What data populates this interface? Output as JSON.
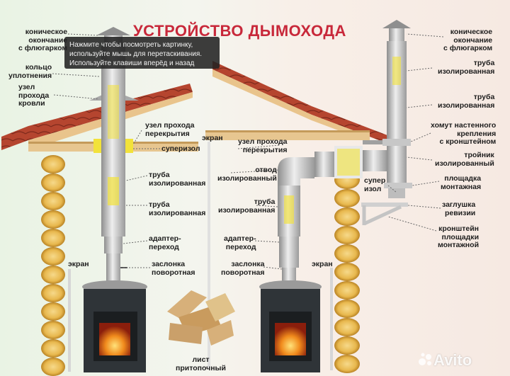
{
  "title": "УСТРОЙСТВО ДЫМОХОДА",
  "tooltip": {
    "lines": [
      "Нажмите чтобы посмотреть картинку,",
      "используйте мышь для перетаскивания.",
      "Используйте клавиши вперёд и назад"
    ]
  },
  "labels": {
    "conical_end_left": [
      "коническое",
      "окончание",
      "с флюгарком"
    ],
    "seal_ring": [
      "кольцо",
      "уплотнения"
    ],
    "roof_pass_node": [
      "узел",
      "прохода",
      "кровли"
    ],
    "ceiling_pass_node_left": [
      "узел прохода",
      "перекрытия"
    ],
    "superizol_left": [
      "суперизол"
    ],
    "insulated_pipe_left_1": [
      "труба",
      "изолированная"
    ],
    "insulated_pipe_left_2": [
      "труба",
      "изолированная"
    ],
    "adapter_left": [
      "адаптер-",
      "переход"
    ],
    "damper_left": [
      "заслонка",
      "поворотная"
    ],
    "screen_left": [
      "экран"
    ],
    "sheet": [
      "лист",
      "притопочный"
    ],
    "screen_mid": [
      "экран"
    ],
    "ceiling_pass_node_right": [
      "узел прохода",
      "перекрытия"
    ],
    "insulated_bend": [
      "отвод",
      "изолированный"
    ],
    "insulated_pipe_mid": [
      "труба",
      "изолированная"
    ],
    "adapter_right": [
      "адаптер-",
      "переход"
    ],
    "damper_right": [
      "заслонка",
      "поворотная"
    ],
    "screen_right": [
      "экран"
    ],
    "conical_end_right": [
      "коническое",
      "окончание",
      "с флюгарком"
    ],
    "insulated_pipe_right_1": [
      "труба",
      "изолированная"
    ],
    "insulated_pipe_right_2": [
      "труба",
      "изолированная"
    ],
    "wall_clamp": [
      "хомут настенного",
      "крепления",
      "с кронштейном"
    ],
    "insulated_tee": [
      "тройник",
      "изолированный"
    ],
    "mount_platform": [
      "площадка",
      "монтажная"
    ],
    "super_izol_right": [
      "супер",
      "изол"
    ],
    "revision_cap": [
      "заглушка",
      "ревизии"
    ],
    "platform_bracket": [
      "кронштейн",
      "площадки",
      "монтажной"
    ]
  },
  "watermark": "Avito",
  "colors": {
    "title": "#c8283a",
    "roof_tile": "#b5452f",
    "log": "#e8b84e",
    "pipe": "#c9c9c9",
    "insulation": "#f2e23a",
    "stove": "#2f3438",
    "fire": "#f08a1c"
  }
}
